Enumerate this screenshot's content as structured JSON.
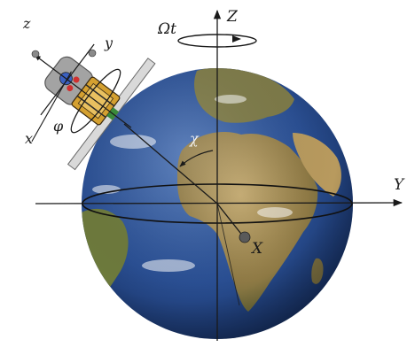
{
  "labels": {
    "z_axis_global": "Z",
    "y_axis_global": "Y",
    "x_axis_global": "X",
    "rotation": "Ωt",
    "chi_angle": "χ",
    "z_axis_body": "z",
    "y_axis_body": "y",
    "x_axis_body": "x",
    "phi_angle": "φ"
  },
  "colors": {
    "ocean": "#2a4f93",
    "land": "#8f7a45",
    "satellite_body": "#d4a030",
    "solar_panel": "#c9c9c9",
    "axis": "#1a1a1a"
  }
}
